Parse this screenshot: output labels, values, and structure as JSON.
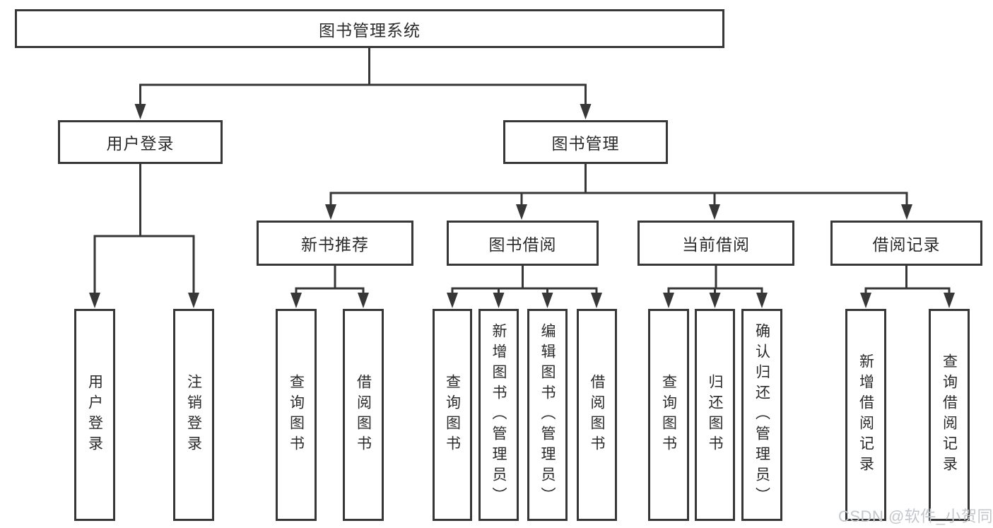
{
  "diagram": {
    "title": "图书管理系统",
    "nodes": {
      "root": "图书管理系统",
      "user_login": "用户登录",
      "book_mgmt": "图书管理",
      "new_book": "新书推荐",
      "book_borrow": "图书借阅",
      "current_borrow": "当前借阅",
      "borrow_record": "借阅记录",
      "user_children": [
        "用户登录",
        "注销登录"
      ],
      "new_book_children": [
        "查询图书",
        "借阅图书"
      ],
      "book_borrow_children": [
        "查询图书",
        "新增图书（管理员）",
        "编辑图书（管理员）",
        "借阅图书"
      ],
      "current_borrow_children": [
        "查询图书",
        "归还图书",
        "确认归还（管理员）"
      ],
      "borrow_record_children": [
        "新增借阅记录",
        "查询借阅记录"
      ]
    }
  },
  "watermark": "CSDN @软件_小贺同学",
  "colors": {
    "line": "#373737",
    "box_border": "#373737",
    "text": "#2b2b2b",
    "background": "#ffffff",
    "watermark": "#c3c7cc"
  }
}
